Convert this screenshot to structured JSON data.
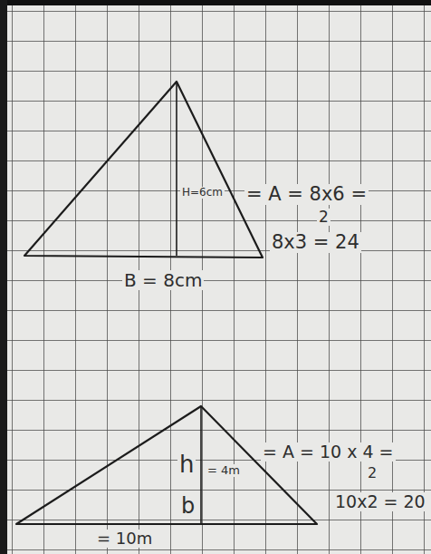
{
  "diagram": {
    "labels": [
      "H=6cm",
      "= A = 8x6 =",
      "2",
      "8x3 = 24",
      "B = 8cm",
      "h",
      "= 4m",
      "= A = 10 x 4 =",
      "2",
      "10x2 = 20",
      "b",
      "= 10m"
    ]
  }
}
